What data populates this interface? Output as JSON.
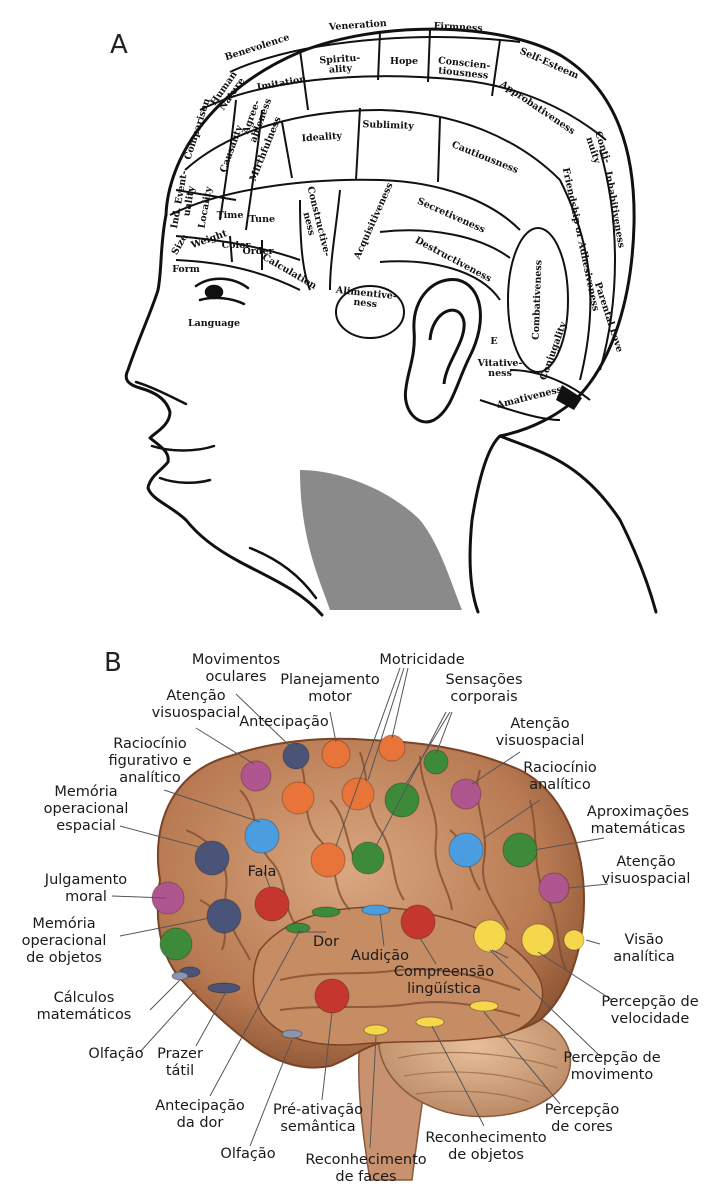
{
  "panelA": {
    "letter": "A",
    "regions": [
      {
        "id": "veneration",
        "text": "Veneration"
      },
      {
        "id": "firmness",
        "text": "Firmness"
      },
      {
        "id": "benevolence",
        "text": "Benevolence"
      },
      {
        "id": "spirituality",
        "text": "Spiritu-ality"
      },
      {
        "id": "hope",
        "text": "Hope"
      },
      {
        "id": "conscientiousness",
        "text": "Conscien-tiousness"
      },
      {
        "id": "self-esteem",
        "text": "Self-Esteem"
      },
      {
        "id": "imitation",
        "text": "Imitation"
      },
      {
        "id": "human-nature",
        "text": "Human Nature"
      },
      {
        "id": "agreeableness",
        "text": "Agree-ableness"
      },
      {
        "id": "comparison",
        "text": "Comparison"
      },
      {
        "id": "causality",
        "text": "Causality"
      },
      {
        "id": "approbativeness",
        "text": "Approbativeness"
      },
      {
        "id": "continuity",
        "text": "Conti-nuity"
      },
      {
        "id": "mirthfulness",
        "text": "Mirthfulness"
      },
      {
        "id": "ideality",
        "text": "Ideality"
      },
      {
        "id": "sublimity",
        "text": "Sublimity"
      },
      {
        "id": "cautiousness",
        "text": "Cautiousness"
      },
      {
        "id": "inhabitiveness",
        "text": "Inhabitiveness"
      },
      {
        "id": "friendship",
        "text": "Friendship or Adhesiveness"
      },
      {
        "id": "eventuality",
        "text": "Ind. Event-uality"
      },
      {
        "id": "locality",
        "text": "Locality"
      },
      {
        "id": "time",
        "text": "Time"
      },
      {
        "id": "tune",
        "text": "Tune"
      },
      {
        "id": "constructiveness",
        "text": "Constructive-ness"
      },
      {
        "id": "acquisitiveness",
        "text": "Acquisitiveness"
      },
      {
        "id": "secretiveness",
        "text": "Secretiveness"
      },
      {
        "id": "size",
        "text": "Size"
      },
      {
        "id": "weight",
        "text": "Weight"
      },
      {
        "id": "color",
        "text": "Color"
      },
      {
        "id": "order",
        "text": "Order"
      },
      {
        "id": "calculation",
        "text": "Calculation"
      },
      {
        "id": "destructiveness",
        "text": "Destructiveness"
      },
      {
        "id": "combativeness",
        "text": "Combativeness"
      },
      {
        "id": "parental-love",
        "text": "Parental Love"
      },
      {
        "id": "form",
        "text": "Form"
      },
      {
        "id": "alimentiveness",
        "text": "Alimentive-ness"
      },
      {
        "id": "conjugality",
        "text": "Conjugality"
      },
      {
        "id": "language",
        "text": "Language"
      },
      {
        "id": "e",
        "text": "E"
      },
      {
        "id": "vitativeness",
        "text": "Vitative-ness"
      },
      {
        "id": "amativeness",
        "text": "Amativeness"
      }
    ]
  },
  "panelB": {
    "letter": "B",
    "labels": [
      {
        "id": "movimentos-oculares",
        "text": "Movimentos oculares"
      },
      {
        "id": "motricidade",
        "text": "Motricidade"
      },
      {
        "id": "planejamento-motor",
        "text": "Planejamento motor"
      },
      {
        "id": "sensacoes-corporais",
        "text": "Sensações corporais"
      },
      {
        "id": "atencao-visuospacial-1",
        "text": "Atenção visuospacial"
      },
      {
        "id": "antecipacao",
        "text": "Antecipação"
      },
      {
        "id": "atencao-visuospacial-2",
        "text": "Atenção visuospacial"
      },
      {
        "id": "raciocinio-figurativo",
        "text": "Raciocínio figurativo e analítico"
      },
      {
        "id": "raciocinio-analitico",
        "text": "Raciocínio analítico"
      },
      {
        "id": "memoria-espacial",
        "text": "Memória operacional espacial"
      },
      {
        "id": "aproximacoes",
        "text": "Aproximações matemáticas"
      },
      {
        "id": "julgamento-moral",
        "text": "Julgamento moral"
      },
      {
        "id": "fala",
        "text": "Fala"
      },
      {
        "id": "atencao-visuospacial-3",
        "text": "Atenção visuospacial"
      },
      {
        "id": "memoria-objetos",
        "text": "Memória operacional de objetos"
      },
      {
        "id": "dor",
        "text": "Dor"
      },
      {
        "id": "audicao",
        "text": "Audição"
      },
      {
        "id": "visao-analitica",
        "text": "Visão analítica"
      },
      {
        "id": "compreensao",
        "text": "Compreensão lingüística"
      },
      {
        "id": "calculos",
        "text": "Cálculos matemáticos"
      },
      {
        "id": "percepcao-velocidade",
        "text": "Percepção de velocidade"
      },
      {
        "id": "olfacao-1",
        "text": "Olfação"
      },
      {
        "id": "prazer-tatil",
        "text": "Prazer tátil"
      },
      {
        "id": "percepcao-movimento",
        "text": "Percepção de movimento"
      },
      {
        "id": "antecipacao-dor",
        "text": "Antecipação da dor"
      },
      {
        "id": "pre-ativacao",
        "text": "Pré-ativação semântica"
      },
      {
        "id": "percepcao-cores",
        "text": "Percepção de cores"
      },
      {
        "id": "reconhecimento-objetos",
        "text": "Reconhecimento de objetos"
      },
      {
        "id": "olfacao-2",
        "text": "Olfação"
      },
      {
        "id": "reconhecimento-faces",
        "text": "Reconhecimento de faces"
      }
    ]
  },
  "colors": {
    "orange": "#e8743a",
    "green": "#3c8a3a",
    "blue": "#4a9ee0",
    "navy": "#4a5478",
    "magenta": "#b0568e",
    "red": "#c4362e",
    "yellow": "#f6d64a",
    "brain": "#c8926a",
    "brain_dark": "#8e5a38",
    "cerebellum": "#d8a982"
  }
}
